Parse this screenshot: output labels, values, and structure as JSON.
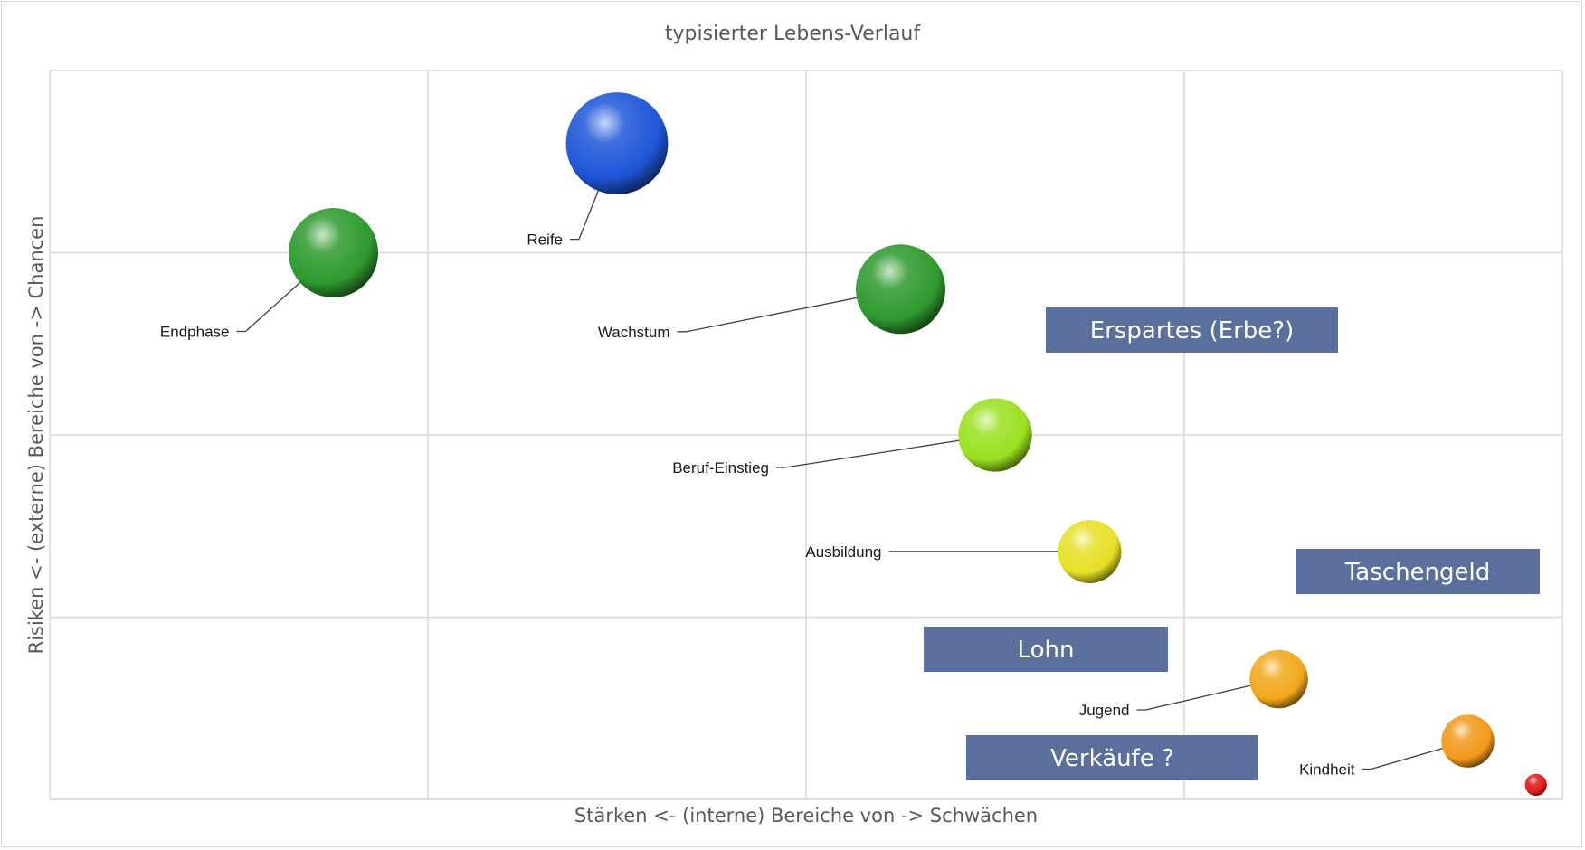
{
  "chart_data": {
    "type": "bubble",
    "title": "typisierter Lebens-Verlauf",
    "xlabel": "Stärken <- (interne) Bereiche von -> Schwächen",
    "ylabel": "Risiken <- (externe) Bereiche von -> Chancen",
    "xlim": [
      0,
      4
    ],
    "ylim": [
      0,
      4
    ],
    "grid": true,
    "series": [
      {
        "label": "Endphase",
        "x": 0.75,
        "y": 3.0,
        "size": 2.0,
        "color": "#2e9a2e"
      },
      {
        "label": "Reife",
        "x": 1.5,
        "y": 3.6,
        "size": 2.6,
        "color": "#1e56d8"
      },
      {
        "label": "Wachstum",
        "x": 2.25,
        "y": 2.8,
        "size": 2.0,
        "color": "#2e9a2e"
      },
      {
        "label": "Beruf-Einstieg",
        "x": 2.5,
        "y": 2.0,
        "size": 1.35,
        "color": "#9be020"
      },
      {
        "label": "Ausbildung",
        "x": 2.75,
        "y": 1.36,
        "size": 1.0,
        "color": "#e6e026"
      },
      {
        "label": "Jugend",
        "x": 3.25,
        "y": 0.66,
        "size": 0.85,
        "color": "#f2a81c"
      },
      {
        "label": "Kindheit",
        "x": 3.75,
        "y": 0.32,
        "size": 0.7,
        "color": "#f29a1a"
      },
      {
        "label": "",
        "x": 3.93,
        "y": 0.08,
        "size": 0.12,
        "color": "#e01818"
      }
    ],
    "boxes": [
      "Erspartes (Erbe?)",
      "Taschengeld",
      "Lohn",
      "Verkäufe ?"
    ]
  }
}
